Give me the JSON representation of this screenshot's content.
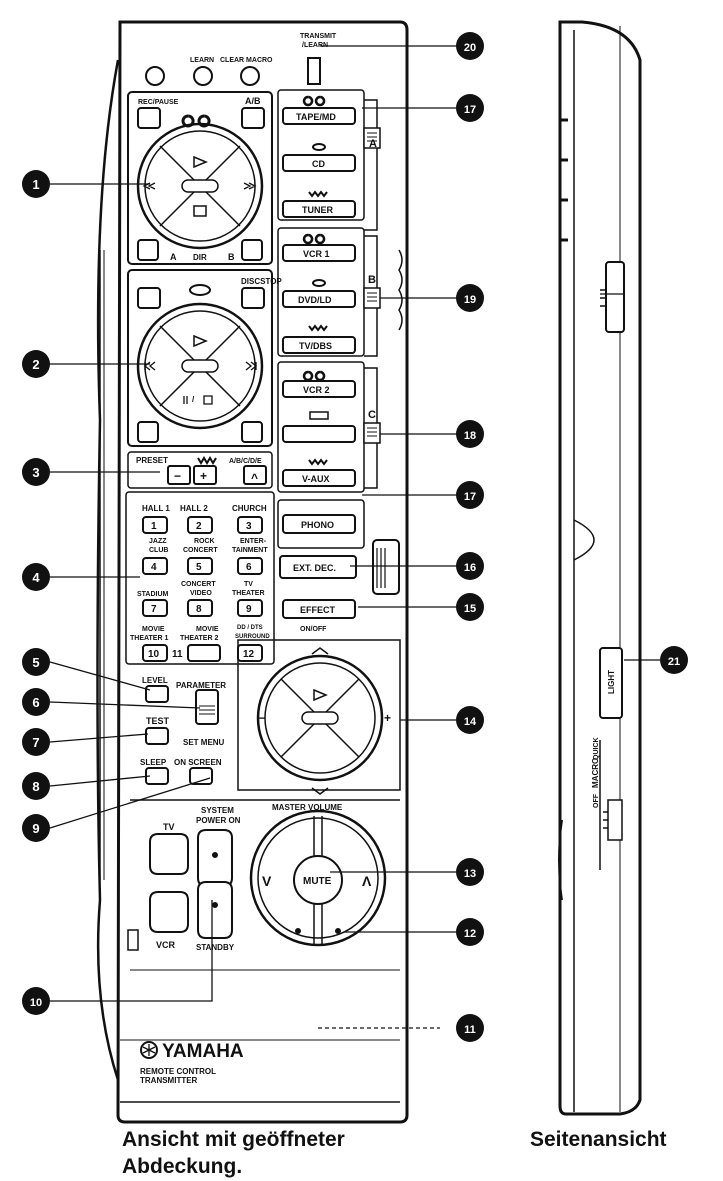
{
  "labels": {
    "transmit_learn": [
      "TRANSMIT",
      "/LEARN"
    ],
    "learn": "LEARN",
    "clear_macro": "CLEAR MACRO",
    "rec_pause": "REC/PAUSE",
    "ab": "A/B",
    "a_small": "A",
    "dir": "DIR",
    "b_small": "B",
    "tape_md": "TAPE/MD",
    "cd": "CD",
    "tuner": "TUNER",
    "vcr1": "VCR 1",
    "dvd_ld": "DVD/LD",
    "tv_dbs": "TV/DBS",
    "vcr2": "VCR 2",
    "v_aux": "V-AUX",
    "phono": "PHONO",
    "ext_dec": "EXT. DEC.",
    "effect": "EFFECT",
    "on_off": "ON/OFF",
    "group_a": "A",
    "group_b": "B",
    "group_c": "C",
    "discstop": "DISCSTOP",
    "preset": "PRESET",
    "abcde": "A/B/C/D/E",
    "minus": "−",
    "plus": "+",
    "caret": "^",
    "hall1": "HALL 1",
    "hall2": "HALL 2",
    "church": "CHURCH",
    "jazz_club": [
      "JAZZ",
      "CLUB"
    ],
    "rock_concert": [
      "ROCK",
      "CONCERT"
    ],
    "entertainment": [
      "ENTER-",
      "TAINMENT"
    ],
    "stadium": "STADIUM",
    "concert_video": [
      "CONCERT",
      "VIDEO"
    ],
    "tv_theater": [
      "TV",
      "THEATER"
    ],
    "movie_theater1": [
      "MOVIE",
      "THEATER 1"
    ],
    "movie_theater2": [
      "MOVIE",
      "THEATER 2"
    ],
    "dts_surround": [
      "DD / DTS",
      "SURROUND"
    ],
    "num_keys": [
      "1",
      "2",
      "3",
      "4",
      "5",
      "6",
      "7",
      "8",
      "9",
      "10",
      "11",
      "12"
    ],
    "level": "LEVEL",
    "parameter": "PARAMETER",
    "set_menu": "SET MENU",
    "test": "TEST",
    "sleep": "SLEEP",
    "on_screen": "ON SCREEN",
    "system_power_on": [
      "SYSTEM",
      "POWER ON"
    ],
    "standby": "STANDBY",
    "tv": "TV",
    "vcr": "VCR",
    "master_volume": "MASTER VOLUME",
    "mute": "MUTE",
    "vol_down": "V",
    "vol_up": "Λ",
    "brand": "YAMAHA",
    "remote_control": [
      "REMOTE CONTROL",
      "TRANSMITTER"
    ],
    "side_light": "LIGHT",
    "side_macro": "MACRO",
    "side_quick": "QUICK",
    "side_off": "OFF"
  },
  "callouts": [
    "1",
    "2",
    "3",
    "4",
    "5",
    "6",
    "7",
    "8",
    "9",
    "10",
    "11",
    "12",
    "13",
    "14",
    "15",
    "16",
    "17",
    "17",
    "18",
    "19",
    "20",
    "21"
  ],
  "captions": {
    "front": [
      "Ansicht mit geöffneter",
      "Abdeckung."
    ],
    "side": "Seitenansicht"
  }
}
